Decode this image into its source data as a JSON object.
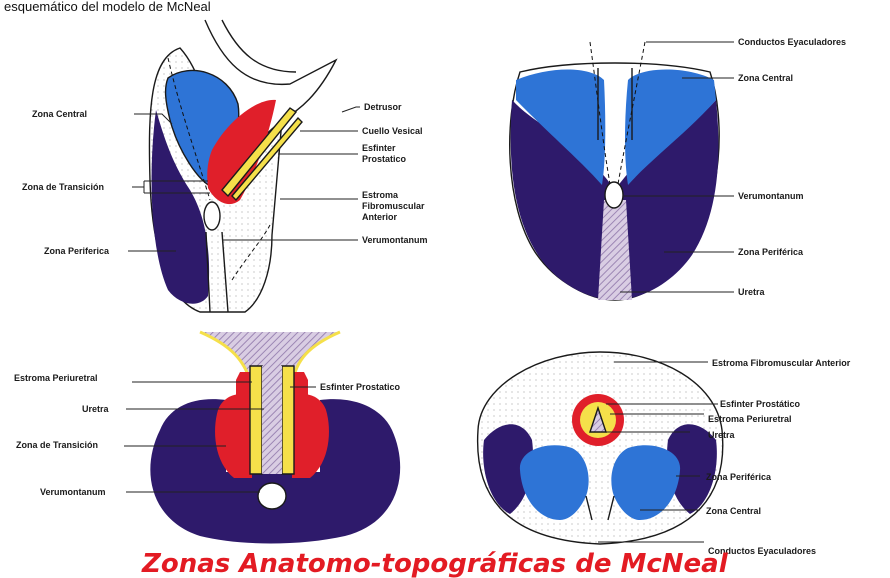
{
  "caption": "esquemático del modelo de McNeal",
  "title": "Zonas Anatomo-topográficas de McNeal",
  "colors": {
    "central": "#2e74d6",
    "peripheral": "#2e1a6b",
    "sphincter": "#e01f2a",
    "periurethral": "#f5e04a",
    "urethra_stripes": "#b8a8cc"
  },
  "sagittal": {
    "zona_central": "Zona Central",
    "zona_transicion": "Zona de Transición",
    "zona_periferica": "Zona Periferica",
    "detrusor": "Detrusor",
    "cuello_vesical": "Cuello Vesical",
    "esfinter_l1": "Esfinter",
    "esfinter_l2": "Prostatico",
    "estroma_l1": "Estroma",
    "estroma_l2": "Fibromuscular",
    "estroma_l3": "Anterior",
    "verumontanum": "Verumontanum"
  },
  "coronal": {
    "conductos": "Conductos Eyaculadores",
    "zona_central": "Zona Central",
    "verumontanum": "Verumontanum",
    "zona_periferica": "Zona Periférica",
    "uretra": "Uretra"
  },
  "frontal": {
    "estroma_periuretral": "Estroma Periuretral",
    "esfinter": "Esfinter Prostatico",
    "uretra": "Uretra",
    "zona_transicion": "Zona de Transición",
    "verumontanum": "Verumontanum"
  },
  "axial": {
    "estroma": "Estroma Fibromuscular Anterior",
    "esfinter": "Esfinter Prostático",
    "estroma_periuretral": "Estroma Periuretral",
    "uretra": "Uretra",
    "zona_periferica": "Zona Periférica",
    "zona_central": "Zona Central",
    "conductos": "Conductos Eyaculadores"
  }
}
